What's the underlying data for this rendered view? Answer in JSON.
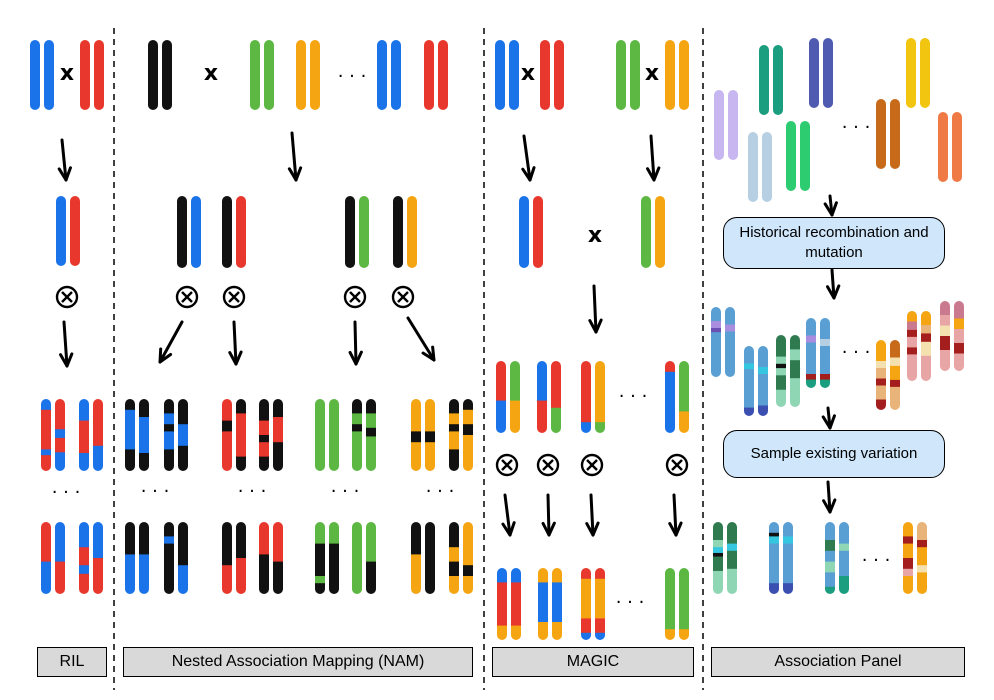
{
  "panels": {
    "ril": "RIL",
    "nam": "Nested Association Mapping (NAM)",
    "magic": "MAGIC",
    "assoc": "Association Panel"
  },
  "callouts": {
    "recombination": "Historical recombination and mutation",
    "sample": "Sample existing variation"
  },
  "symbols": {
    "cross": "x",
    "self": "⊗",
    "ellipsis": "· · ·"
  },
  "colors": {
    "blue": "#1a73e8",
    "red": "#e8382d",
    "black": "#111111",
    "green": "#5cb843",
    "orange": "#f5a511",
    "callout_fill": "#cfe6fb",
    "label_fill": "#d9d9d9"
  }
}
